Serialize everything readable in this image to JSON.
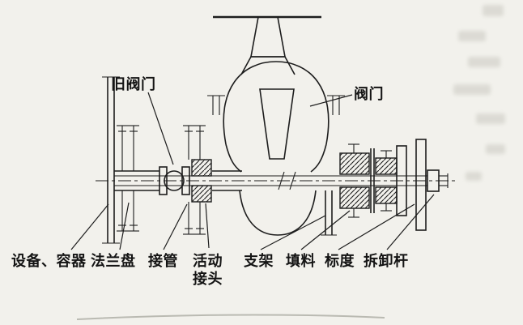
{
  "figure": {
    "kind": "valve-replacement engineering line drawing (scanned book figure)"
  },
  "labels": {
    "old_valve": "旧阀门",
    "valve": "阀门",
    "equipment_container": "设备、容器",
    "flange_plate": "法兰盘",
    "connecting_pipe": "接管",
    "movable_joint_line1": "活动",
    "movable_joint_line2": "接头",
    "support_bracket": "支架",
    "packing": "填料",
    "scale": "标度",
    "removal_rod": "拆卸杆"
  },
  "colors": {
    "ink": "#1d1d1d",
    "paper": "#f2f1ec"
  }
}
